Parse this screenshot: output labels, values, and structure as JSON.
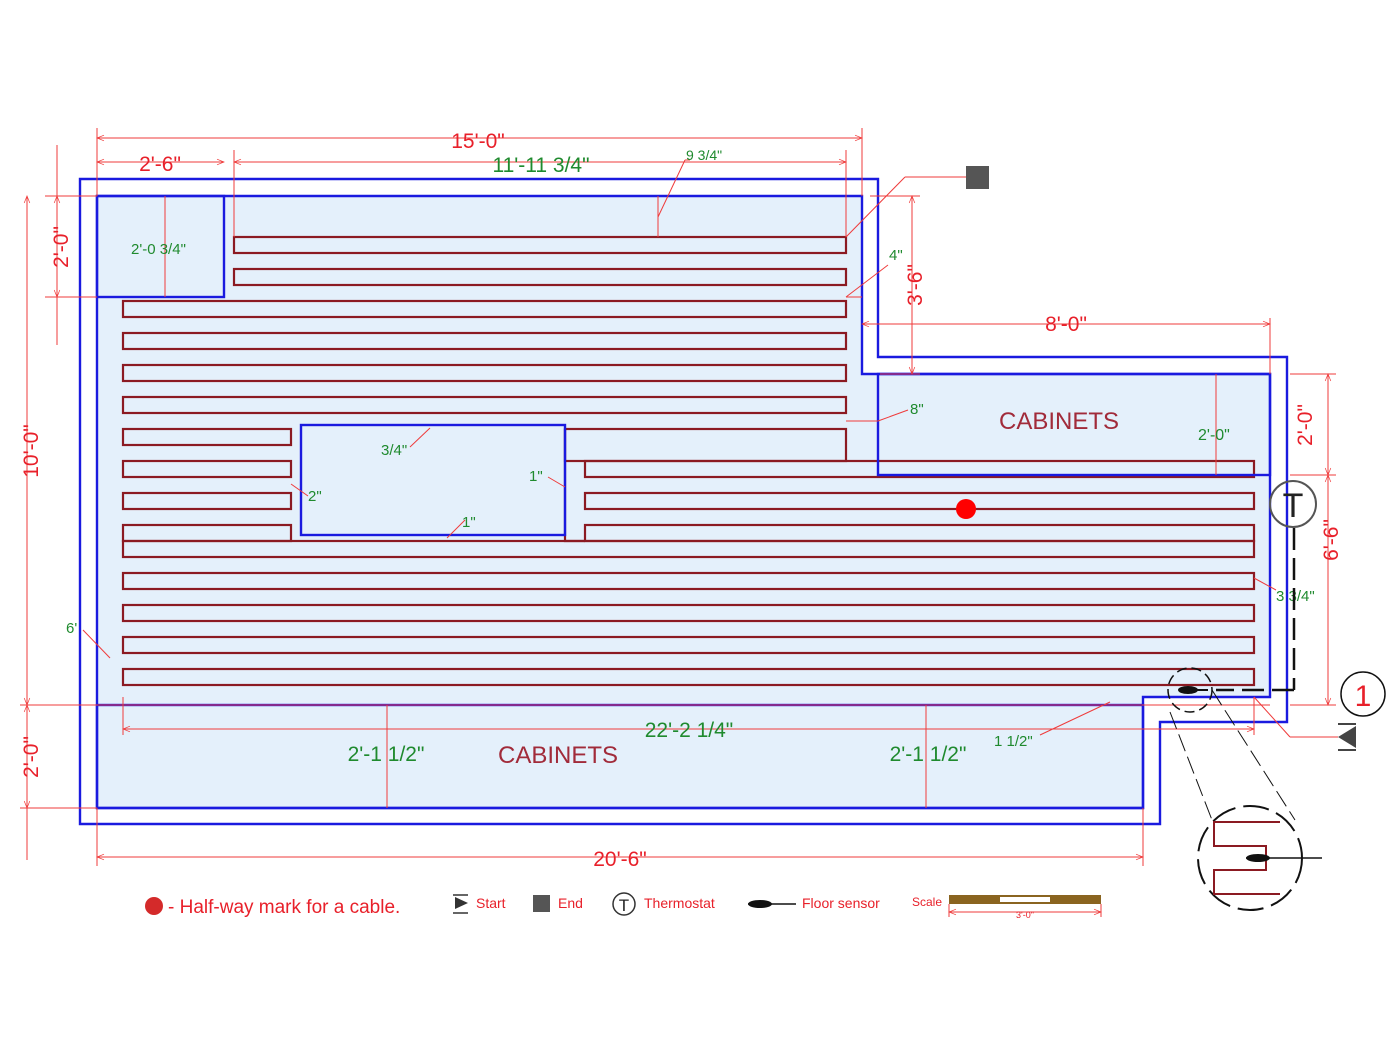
{
  "colors": {
    "cable": "#8b1a22",
    "outline": "#1a1adf",
    "fill": "#e4f0fb",
    "dim": "#ef3b3b",
    "green": "#1f8a2e",
    "mark": "#ff0000",
    "scale_brown": "#8a6420"
  },
  "dims": {
    "top_15": "15'-0\"",
    "top_2_6": "2'-6\"",
    "top_11": "11'-11 3/4\"",
    "top_9_3_4": "9 3/4\"",
    "left_2_0_top": "2'-0\"",
    "left_10_0": "10'-0\"",
    "left_2_0_bot": "2'-0\"",
    "corner_2_0_3_4": "2'-0 3/4\"",
    "d_4": "4\"",
    "d_3_6": "3'-6\"",
    "d_8_0": "8'-0\"",
    "d_8in": "8\"",
    "d_2_0_cab": "2'-0\"",
    "d_2_0_right": "2'-0\"",
    "d_6_6": "6'-6\"",
    "d_3_3_4": "3 3/4\"",
    "d_3_4": "3/4\"",
    "d_1_right": "1\"",
    "d_1_bot": "1\"",
    "d_2in": "2\"",
    "d_6": "6'",
    "d_22": "22'-2 1/4\"",
    "d_2_1_a": "2'-1 1/2\"",
    "d_2_1_b": "2'-1 1/2\"",
    "d_1_1_2": "1 1/2\"",
    "d_20_6": "20'-6\""
  },
  "labels": {
    "cabinets_top": "CABINETS",
    "cabinets_bottom": "CABINETS",
    "thermostat_symbol": "T",
    "section_marker": "1"
  },
  "legend": {
    "halfway": "- Half-way mark for a cable.",
    "start": "Start",
    "end": "End",
    "thermostat_symbol": "T",
    "thermostat": "Thermostat",
    "sensor": "Floor sensor",
    "scale": "Scale",
    "scale_dim": "3'-0\""
  }
}
